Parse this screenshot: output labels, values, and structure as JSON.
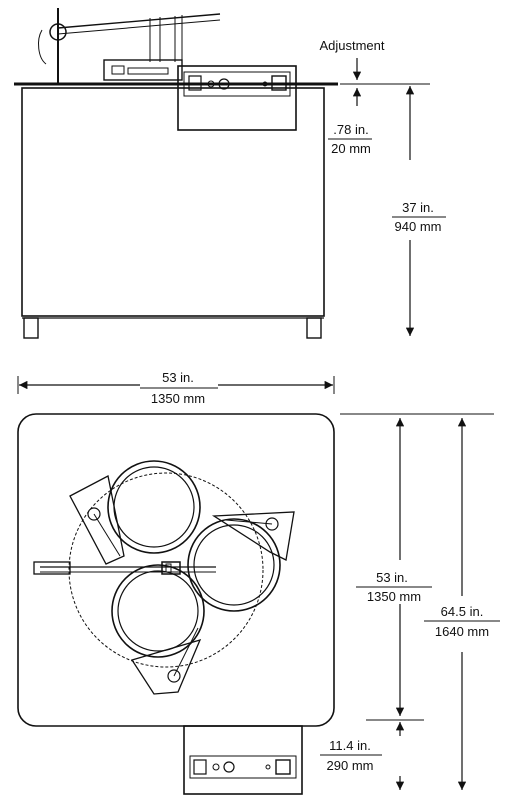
{
  "colors": {
    "ink": "#111111",
    "paper": "#ffffff"
  },
  "side_view": {
    "adjustment_label": "Adjustment",
    "gap_in": ".78 in.",
    "gap_mm": "20 mm",
    "height_in": "37 in.",
    "height_mm": "940 mm"
  },
  "top_view": {
    "width_in": "53 in.",
    "width_mm": "1350 mm",
    "depth_in": "53 in.",
    "depth_mm": "1350 mm",
    "total_depth_in": "64.5 in.",
    "total_depth_mm": "1640 mm",
    "panel_depth_in": "11.4 in.",
    "panel_depth_mm": "290 mm"
  }
}
